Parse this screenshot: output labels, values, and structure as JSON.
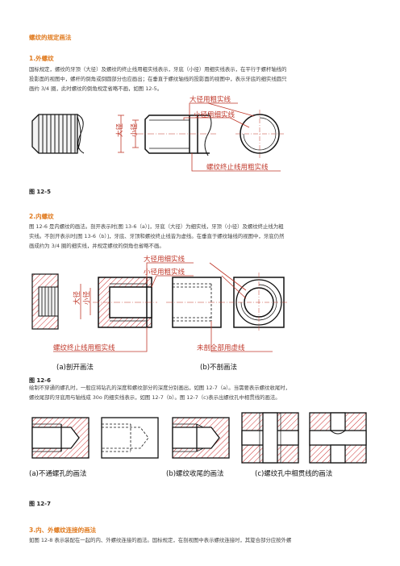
{
  "title": "螺纹的规定画法",
  "sec1": {
    "heading": "1.外螺纹",
    "line1": "国标规定，螺纹的牙顶（大径）及螺纹的终止线用粗实线表示，牙底（小径）用细实线表示，在平行于螺杆轴线的",
    "line2": "投影面的视图中，螺杆的倒角或倒圆部分也应画出；在垂直于螺纹轴线的投影面的视图中，表示牙底的细实线圆只",
    "line3": "画约 3/4 圈，此时螺纹的倒角规定省略不画，如图 12-5。"
  },
  "fig5": {
    "caption": "图 12-5",
    "label_major": "大径用粗实线",
    "label_minor": "小径用细实线",
    "label_end": "螺纹终止线用粗实线",
    "dim_major": "大径",
    "dim_minor": "小径"
  },
  "sec2": {
    "heading": "2.内螺纹",
    "line1": "图 12-6 是内螺纹的画法。剖开表示时[图 13-6（a）]，牙底（大径）为细实线，牙顶（小径）及螺纹终止线为粗",
    "line2": "实线。不剖开表示时[图 13-6（b）]，牙底、牙顶和螺纹终止线皆为虚线。在垂直于螺纹轴线的视图中，牙底仍然",
    "line3": "画成约为 3/4 圈的细实线，并规定螺纹的倒角也省略不画。"
  },
  "fig6": {
    "caption": "图 12-6",
    "label_major": "大径用细实线",
    "label_minor": "小径用粗实线",
    "label_end": "螺纹终止线用粗实线",
    "label_hidden": "未剖全部用虚线",
    "sub_a": "(a)剖开画法",
    "sub_b": "(b)不剖画法",
    "dim_major": "大径",
    "dim_minor": "小径"
  },
  "sec2b": {
    "line1": "绘制不穿通的螺孔时，一般应将钻孔的深度和螺纹部分的深度分别画出，如图 12-7（a）。当需要表示螺纹收尾时，",
    "line2": "螺纹尾部的牙底用与轴线成 30o 的细实线表示，如图 12-7（b）。图 12-7（c)表示出螺纹孔中相贯线的画法。"
  },
  "fig7": {
    "caption": "图 12-7",
    "sub_a": "(a)不通螺孔的画法",
    "sub_b": "(b)螺纹收尾的画法",
    "sub_c": "(c)螺纹孔中相贯线的画法"
  },
  "sec3": {
    "heading": "3.内、外螺纹连接的画法",
    "line1": "如图 12-8 表示装配在一起的内、外螺纹连接的画法。国标规定，在剖视图中表示螺纹连接时，其旋合部分应按外螺"
  },
  "colors": {
    "heading": "#e07a1e",
    "annotation": "#c0392b",
    "hatch": "#cc3333"
  }
}
